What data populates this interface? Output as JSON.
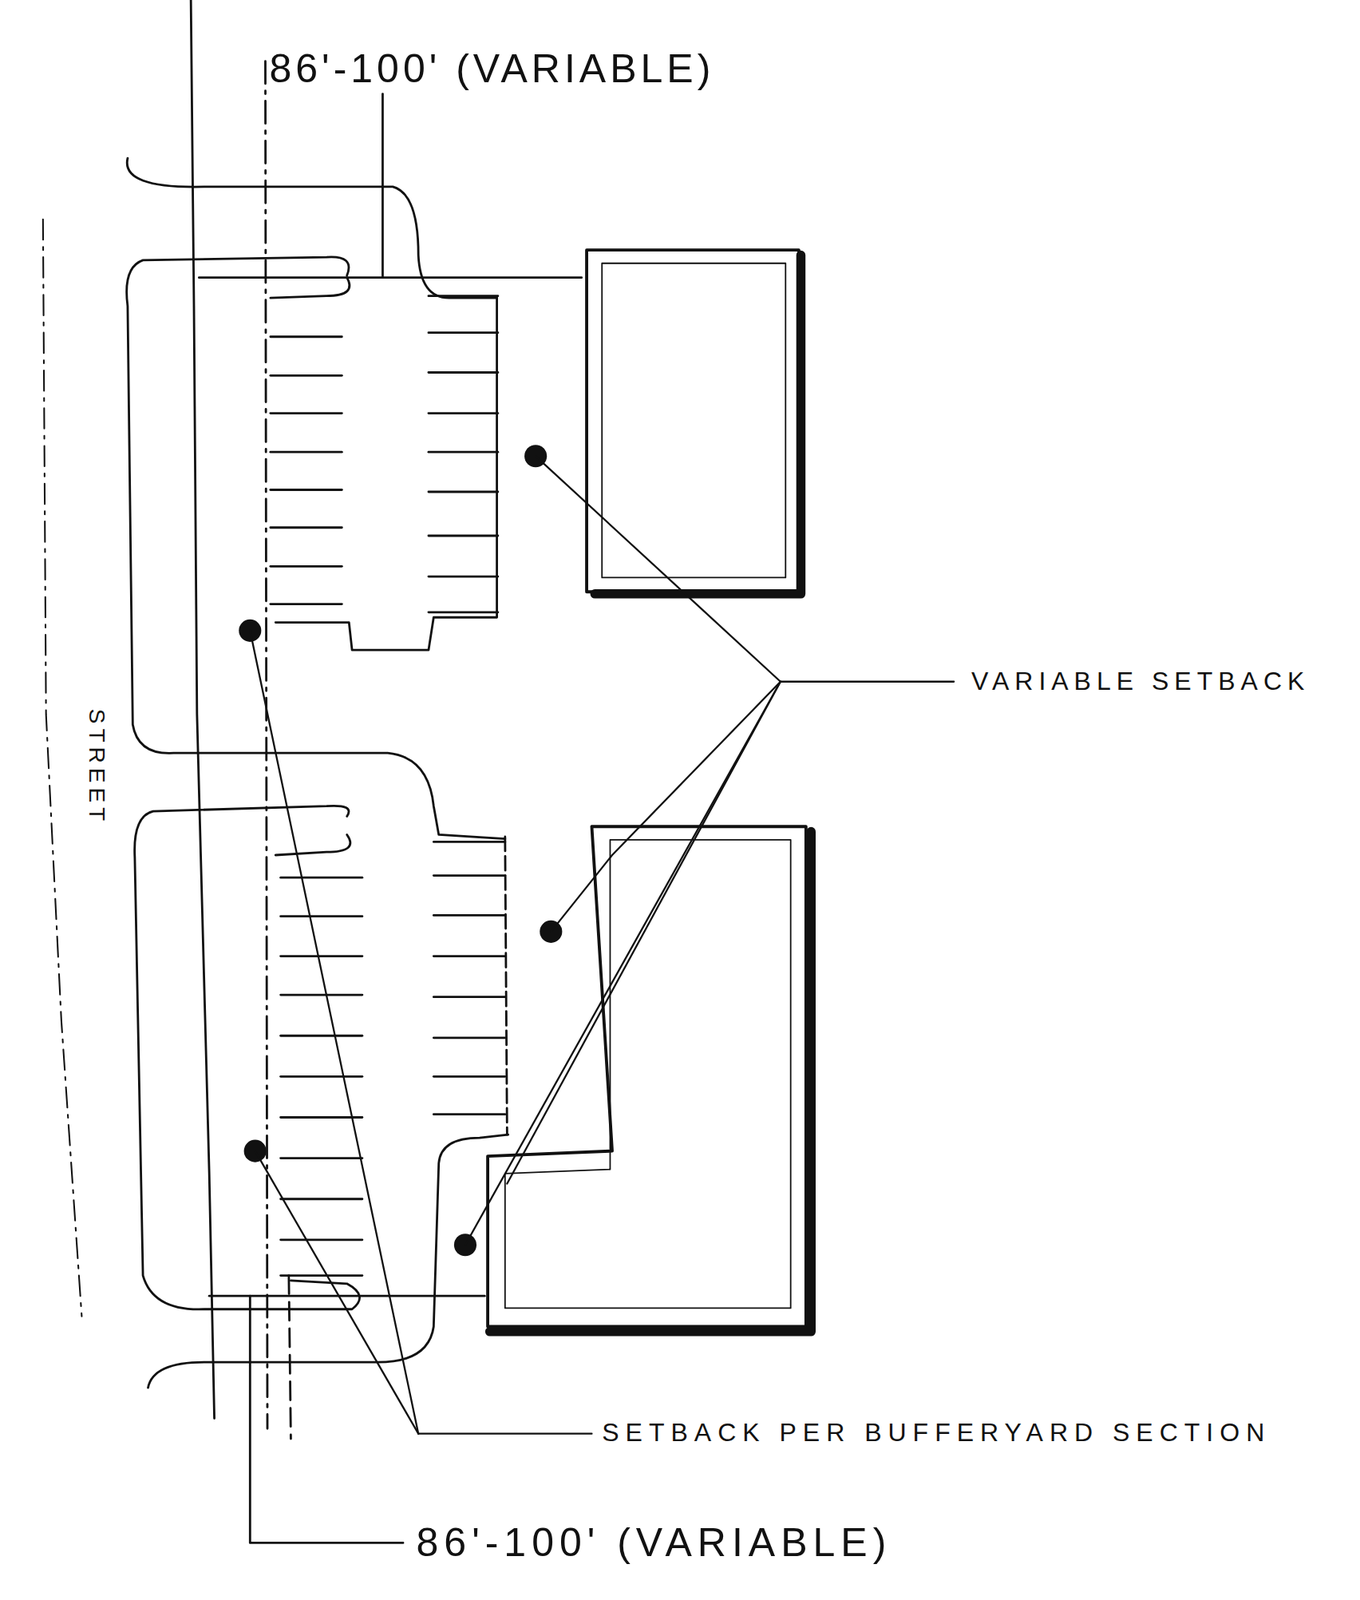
{
  "diagram": {
    "labels": [
      "86'-100' (VARIABLE)",
      "STREET",
      "VARIABLE SETBACK",
      "SETBACK PER BUFFERYARD SECTION",
      "86'-100' (VARIABLE)"
    ]
  }
}
